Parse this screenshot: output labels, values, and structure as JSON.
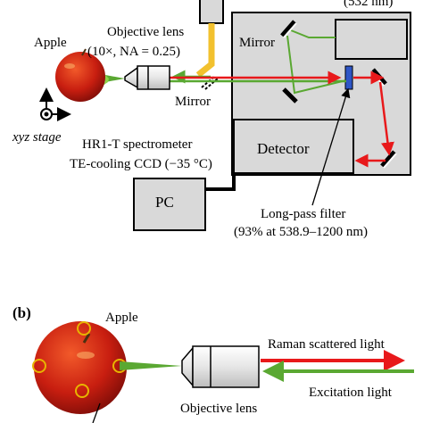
{
  "top_diagram": {
    "wavelength_partial": "(532 nm)",
    "apple": "Apple",
    "objective_lens": "Objective lens",
    "objective_spec": "(10×, NA = 0.25)",
    "mirror_inner": "Mirror",
    "mirror_outer": "Mirror",
    "stage": "xyz stage",
    "spectrometer_line1": "HR1-T spectrometer",
    "spectrometer_line2": "TE-cooling CCD (−35 °C)",
    "detector": "Detector",
    "pc": "PC",
    "filter_line1": "Long-pass filter",
    "filter_line2": "(93% at 538.9–1200 nm)"
  },
  "bottom_diagram": {
    "panel_label": "(b)",
    "apple": "Apple",
    "raman": "Raman scattered light",
    "excitation": "Excitation light",
    "objective_lens": "Objective lens"
  },
  "colors": {
    "laser_green": "#5aa832",
    "raman_red": "#e8191b",
    "fiber_yellow": "#f2c12e",
    "box_gray": "#d9d9d9",
    "apple_red": "#c81e10",
    "marker_yellow": "#e8b400"
  }
}
